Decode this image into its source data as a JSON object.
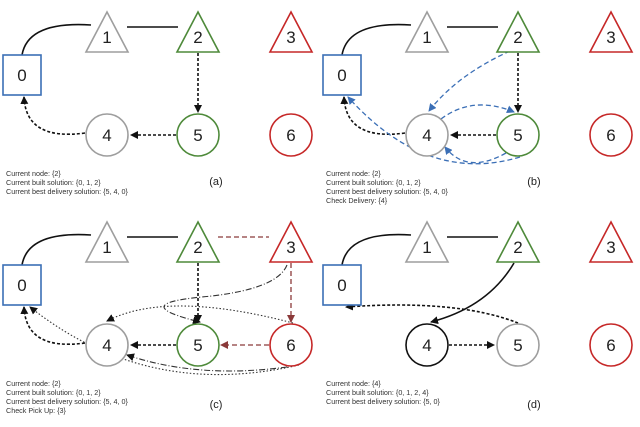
{
  "nodes": [
    "0",
    "1",
    "2",
    "3",
    "4",
    "5",
    "6"
  ],
  "panels": [
    {
      "label": "(a)",
      "lines": [
        "Current node: {2}",
        "Current built solution: {0, 1, 2}",
        "Current best delivery solution: {5, 4, 0}"
      ]
    },
    {
      "label": "(b)",
      "lines": [
        "Current node: {2}",
        "Current built solution: {0, 1, 2}",
        "Current best delivery solution: {5, 4, 0}",
        "Check Delivery: {4}"
      ]
    },
    {
      "label": "(c)",
      "lines": [
        "Current node: {2}",
        "Current built solution: {0, 1, 2}",
        "Current best delivery solution: {5, 4, 0}",
        "Check Pick Up: {3}"
      ]
    },
    {
      "label": "(d)",
      "lines": [
        "Current node: {4}",
        "Current built solution: {0, 1, 2, 4}",
        "Current best delivery solution: {5, 0}"
      ]
    }
  ],
  "colors": {
    "depot": "#3b6fb6",
    "pickup_active": "#4e8a3a",
    "unvisited": "#c62828",
    "visited": "#9e9e9e",
    "check_delivery": "#3b6fb6",
    "check_pickup": "#8b3a3a"
  }
}
